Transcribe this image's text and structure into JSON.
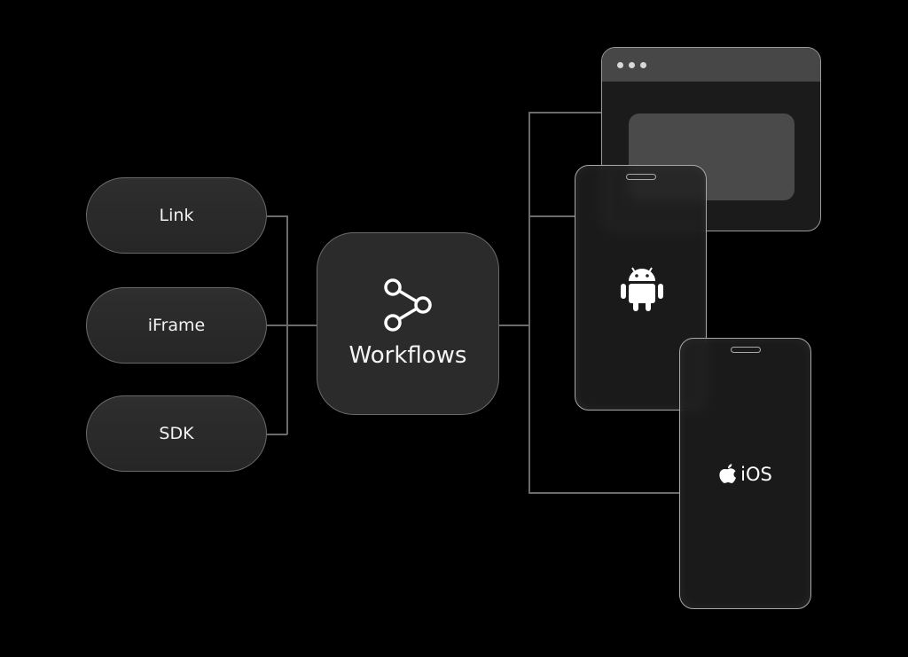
{
  "sources": [
    {
      "label": "Link"
    },
    {
      "label": "iFrame"
    },
    {
      "label": "SDK"
    }
  ],
  "hub": {
    "label": "Workflows",
    "icon": "share-nodes-icon"
  },
  "targets": {
    "browser": {
      "icon": "browser-window-icon"
    },
    "android": {
      "icon": "android-icon"
    },
    "ios": {
      "label": "iOS",
      "icon": "apple-icon"
    }
  }
}
